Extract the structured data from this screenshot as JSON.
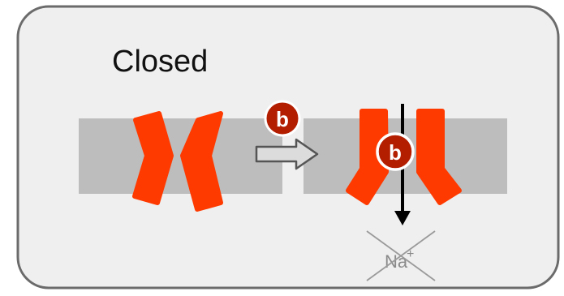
{
  "panel": {
    "title": "Closed"
  },
  "ligand": {
    "label": "b"
  },
  "ion": {
    "symbol": "Na",
    "charge": "+"
  },
  "colors": {
    "panel_fill": "#efefef",
    "panel_border": "#6b6b6b",
    "membrane": "#bdbdbd",
    "channel": "#ff3a00",
    "ligand_fill": "#b31d00",
    "ligand_ring": "#ffffff",
    "flux_arrow": "#000000",
    "blocked_cross": "#9a9a9a",
    "process_arrow_fill": "#dcdcdc",
    "process_arrow_stroke": "#555555"
  }
}
